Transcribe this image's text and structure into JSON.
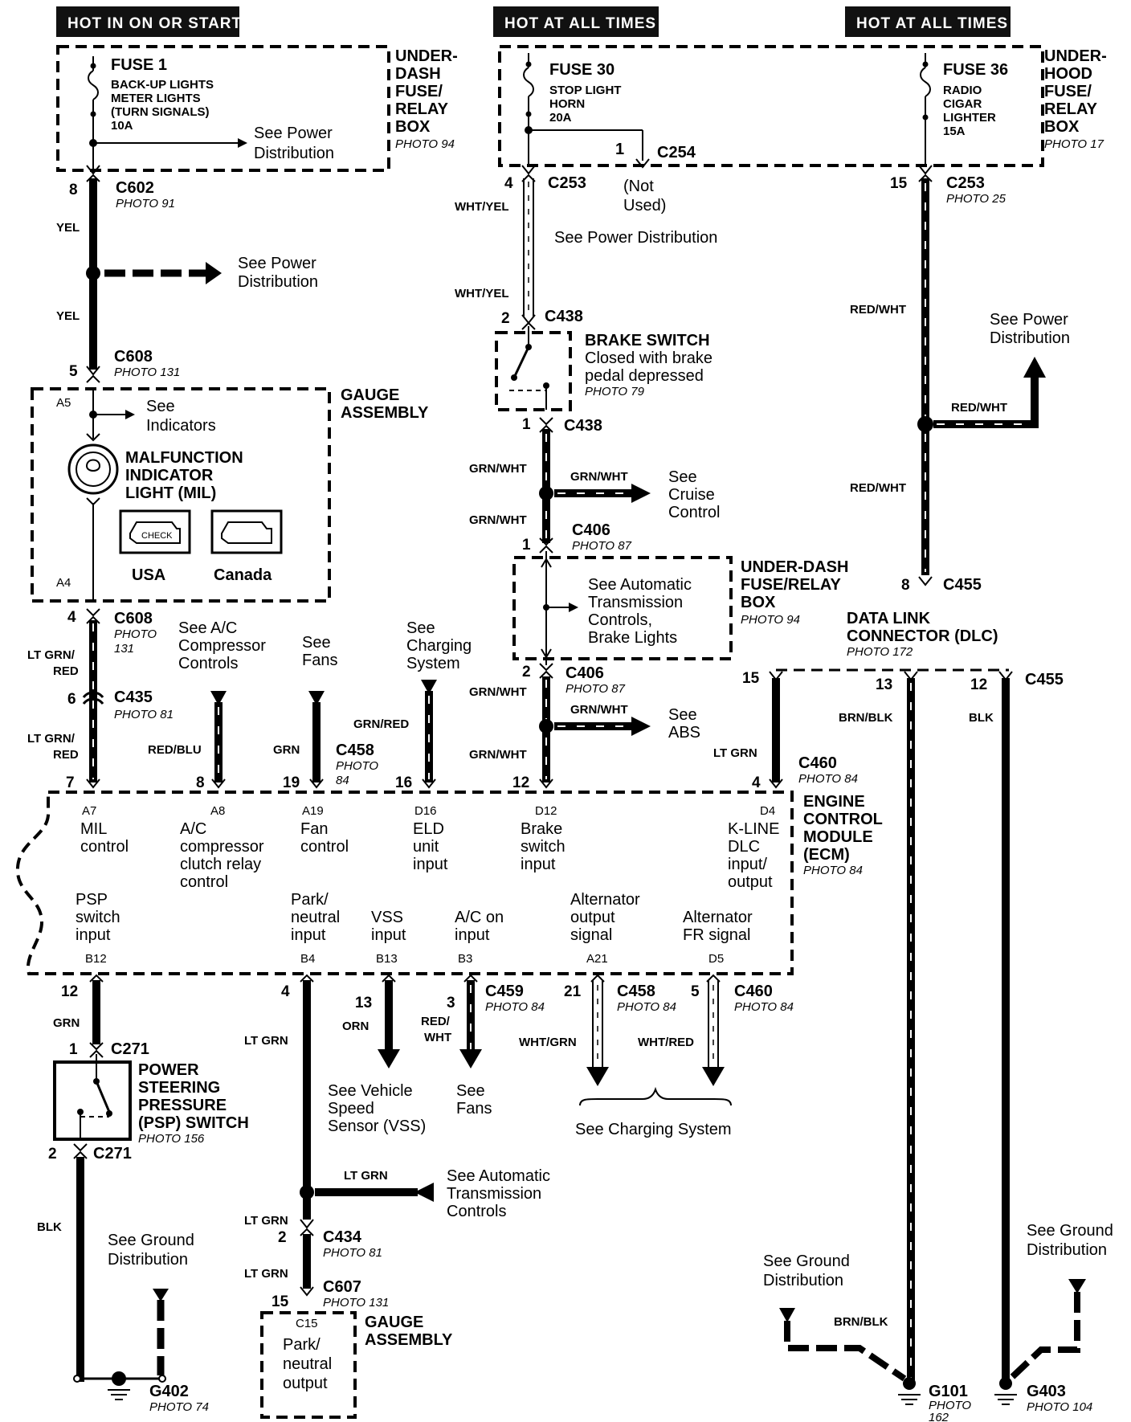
{
  "headers": {
    "hot_run_start": "HOT IN ON OR START",
    "hot_always_1": "HOT AT ALL TIMES",
    "hot_always_2": "HOT AT ALL TIMES"
  },
  "fuse1": {
    "name": "FUSE 1",
    "line1": "BACK-UP LIGHTS",
    "line2": "METER LIGHTS",
    "line3": "(TURN SIGNALS)",
    "rating": "10A",
    "see1": "See Power",
    "see2": "Distribution"
  },
  "underdash_box_top": {
    "l1": "UNDER-",
    "l2": "DASH",
    "l3": "FUSE/",
    "l4": "RELAY",
    "l5": "BOX",
    "photo": "PHOTO 94"
  },
  "fuse30": {
    "name": "FUSE 30",
    "line1": "STOP LIGHT",
    "line2": "HORN",
    "rating": "20A"
  },
  "fuse36": {
    "name": "FUSE 36",
    "line1": "RADIO",
    "line2": "CIGAR",
    "line3": "LIGHTER",
    "rating": "15A"
  },
  "underhood_box": {
    "l1": "UNDER-",
    "l2": "HOOD",
    "l3": "FUSE/",
    "l4": "RELAY",
    "l5": "BOX",
    "photo": "PHOTO 17"
  },
  "c254": {
    "pin": "1",
    "name": "C254"
  },
  "not_used": {
    "l1": "(Not",
    "l2": "Used)"
  },
  "see_power_dist_mid": "See Power Distribution",
  "see_power_dist_left": {
    "l1": "See Power",
    "l2": "Distribution"
  },
  "see_power_dist_right": {
    "l1": "See Power",
    "l2": "Distribution"
  },
  "connectors": {
    "c602": {
      "pin": "8",
      "name": "C602",
      "photo": "PHOTO 91"
    },
    "c253a": {
      "pin": "4",
      "name": "C253"
    },
    "c253b": {
      "pin": "15",
      "name": "C253",
      "photo": "PHOTO 25"
    },
    "c608a": {
      "pin": "5",
      "name": "C608",
      "photo": "PHOTO 131"
    },
    "c438a": {
      "pin": "2",
      "name": "C438"
    },
    "c438b": {
      "pin": "1",
      "name": "C438"
    },
    "c406a": {
      "pin": "1",
      "name": "C406",
      "photo": "PHOTO 87"
    },
    "c406b": {
      "pin": "2",
      "name": "C406",
      "photo": "PHOTO 87"
    },
    "c608b": {
      "pin": "4",
      "name": "C608",
      "photo1": "PHOTO",
      "photo2": "131"
    },
    "c435": {
      "pin": "6",
      "name": "C435",
      "photo": "PHOTO 81"
    },
    "c455a": {
      "pin": "8",
      "name": "C455"
    },
    "c455b": {
      "name": "C455"
    },
    "c458a": {
      "name": "C458",
      "photo1": "PHOTO",
      "photo2": "84"
    },
    "c460a": {
      "name": "C460",
      "photo": "PHOTO 84"
    },
    "c459": {
      "name": "C459",
      "photo": "PHOTO 84"
    },
    "c458b": {
      "name": "C458",
      "photo": "PHOTO 84"
    },
    "c460b": {
      "name": "C460",
      "photo": "PHOTO 84"
    },
    "c271a": {
      "pin": "1",
      "name": "C271"
    },
    "c271b": {
      "pin": "2",
      "name": "C271"
    },
    "c434": {
      "pin": "2",
      "name": "C434",
      "photo": "PHOTO 81"
    },
    "c607": {
      "pin": "15",
      "name": "C607",
      "photo": "PHOTO 131"
    }
  },
  "wires": {
    "yel1": "YEL",
    "yel2": "YEL",
    "whtyel1": "WHT/YEL",
    "whtyel2": "WHT/YEL",
    "redwht1": "RED/WHT",
    "redwht2": "RED/WHT",
    "redwht3": "RED/WHT",
    "grnwht1": "GRN/WHT",
    "grnwht2": "GRN/WHT",
    "grnwht3": "GRN/WHT",
    "grnwht4": "GRN/WHT",
    "grnwht5": "GRN/WHT",
    "grnwht6": "GRN/WHT",
    "ltgrnred1a": "LT GRN/",
    "ltgrnred1b": "RED",
    "ltgrnred2a": "LT GRN/",
    "ltgrnred2b": "RED",
    "redblu": "RED/BLU",
    "grn": "GRN",
    "grnred": "GRN/RED",
    "ltgrn_dlc": "LT GRN",
    "brnblk1": "BRN/BLK",
    "brnblk2": "BRN/BLK",
    "blk1": "BLK",
    "grn_psp": "GRN",
    "ltgrn_b4": "LT GRN",
    "orn": "ORN",
    "redwht_a": "RED/",
    "redwht_b": "WHT",
    "whtgrn": "WHT/GRN",
    "whtred": "WHT/RED",
    "ltgrn_atc": "LT GRN",
    "ltgrn_c434": "LT GRN",
    "ltgrn_c607": "LT GRN",
    "blk_psp": "BLK"
  },
  "brake_switch": {
    "name": "BRAKE SWITCH",
    "d1": "Closed with brake",
    "d2": "pedal depressed",
    "photo": "PHOTO 79"
  },
  "see_cruise": {
    "l1": "See",
    "l2": "Cruise",
    "l3": "Control"
  },
  "underdash_box_mid": {
    "l1": "UNDER-DASH",
    "l2": "FUSE/RELAY",
    "l3": "BOX",
    "photo": "PHOTO 94",
    "t1": "See Automatic",
    "t2": "Transmission",
    "t3": "Controls,",
    "t4": "Brake Lights"
  },
  "see_abs": {
    "l1": "See",
    "l2": "ABS"
  },
  "dlc": {
    "l1": "DATA LINK",
    "l2": "CONNECTOR (DLC)",
    "photo": "PHOTO 172",
    "p15": "15",
    "p13": "13",
    "p12": "12"
  },
  "gauge_top": {
    "a5": "A5",
    "a4": "A4",
    "see1": "See",
    "see2": "Indicators",
    "title1": "GAUGE",
    "title2": "ASSEMBLY",
    "mil1": "MALFUNCTION",
    "mil2": "INDICATOR",
    "mil3": "LIGHT (MIL)",
    "usa": "USA",
    "canada": "Canada",
    "check": "CHECK"
  },
  "refs_top": {
    "ac1": "See A/C",
    "ac2": "Compressor",
    "ac3": "Controls",
    "fans1": "See",
    "fans2": "Fans",
    "chg1": "See",
    "chg2": "Charging",
    "chg3": "System"
  },
  "ecm_pins_top": {
    "p7": "7",
    "p8": "8",
    "p19": "19",
    "p16": "16",
    "p12": "12",
    "p4": "4"
  },
  "ecm": {
    "title1": "ENGINE",
    "title2": "CONTROL",
    "title3": "MODULE",
    "title4": "(ECM)",
    "photo": "PHOTO 84",
    "a7": "A7",
    "a7_1": "MIL",
    "a7_2": "control",
    "a8": "A8",
    "a8_1": "A/C",
    "a8_2": "compressor",
    "a8_3": "clutch relay",
    "a8_4": "control",
    "a19": "A19",
    "a19_1": "Fan",
    "a19_2": "control",
    "d16": "D16",
    "d16_1": "ELD",
    "d16_2": "unit",
    "d16_3": "input",
    "d12": "D12",
    "d12_1": "Brake",
    "d12_2": "switch",
    "d12_3": "input",
    "d4": "D4",
    "d4_1": "K-LINE",
    "d4_2": "DLC",
    "d4_3": "input/",
    "d4_4": "output",
    "b12": "B12",
    "b12_1": "PSP",
    "b12_2": "switch",
    "b12_3": "input",
    "b4": "B4",
    "b4_1": "Park/",
    "b4_2": "neutral",
    "b4_3": "input",
    "b13": "B13",
    "b13_1": "VSS",
    "b13_2": "input",
    "b3": "B3",
    "b3_1": "A/C on",
    "b3_2": "input",
    "a21": "A21",
    "a21_1": "Alternator",
    "a21_2": "output",
    "a21_3": "signal",
    "d5": "D5",
    "d5_1": "Alternator",
    "d5_2": "FR signal"
  },
  "ecm_pins_bottom": {
    "p12": "12",
    "p4": "4",
    "p13": "13",
    "p3": "3",
    "p21": "21",
    "p5": "5"
  },
  "psp": {
    "l1": "POWER",
    "l2": "STEERING",
    "l3": "PRESSURE",
    "l4": "(PSP) SWITCH",
    "photo": "PHOTO 156"
  },
  "refs_bottom": {
    "vss1": "See Vehicle",
    "vss2": "Speed",
    "vss3": "Sensor (VSS)",
    "fans1": "See",
    "fans2": "Fans",
    "charging": "See Charging System",
    "atc1": "See Automatic",
    "atc2": "Transmission",
    "atc3": "Controls",
    "gnd1a": "See Ground",
    "gnd1b": "Distribution",
    "gnd2a": "See Ground",
    "gnd2b": "Distribution",
    "gnd3a": "See Ground",
    "gnd3b": "Distribution"
  },
  "gauge_bottom": {
    "title1": "GAUGE",
    "title2": "ASSEMBLY",
    "pin": "C15",
    "t1": "Park/",
    "t2": "neutral",
    "t3": "output"
  },
  "grounds": {
    "g402": {
      "name": "G402",
      "photo": "PHOTO 74"
    },
    "g101": {
      "name": "G101",
      "photo1": "PHOTO",
      "photo2": "162"
    },
    "g403": {
      "name": "G403",
      "photo": "PHOTO 104"
    }
  }
}
